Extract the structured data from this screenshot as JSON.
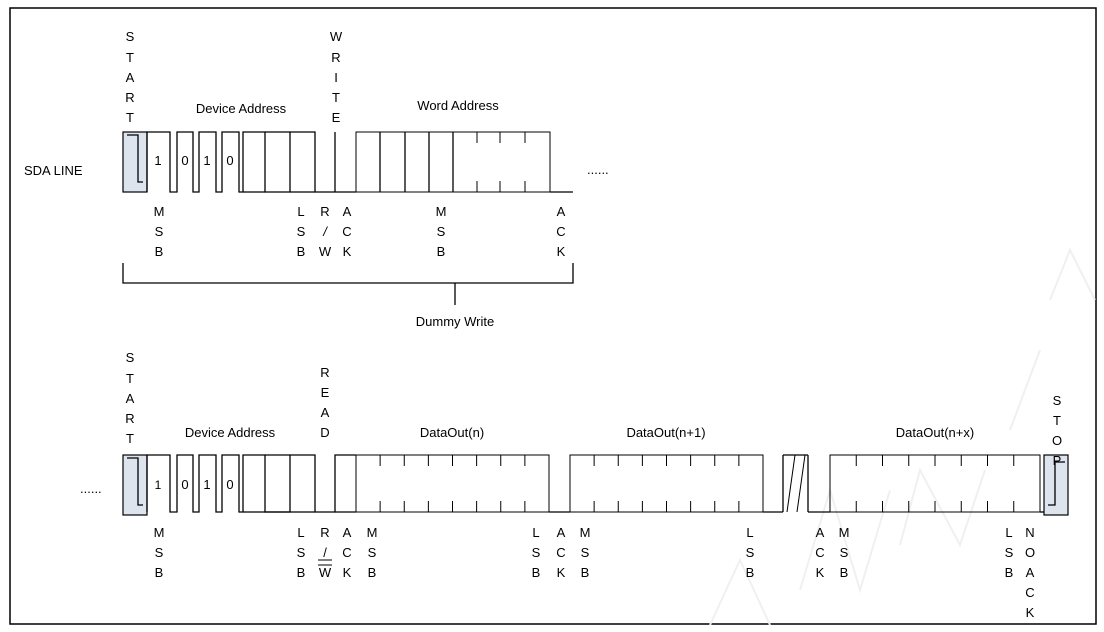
{
  "diagram": {
    "start": [
      "S",
      "T",
      "A",
      "R",
      "T"
    ],
    "write": [
      "W",
      "R",
      "I",
      "T",
      "E"
    ],
    "read": [
      "R",
      "E",
      "A",
      "D"
    ],
    "stop": [
      "S",
      "T",
      "O",
      "P"
    ],
    "device_address": "Device Address",
    "word_address": "Word Address",
    "sda_line": "SDA LINE",
    "ellipsis": "......",
    "bits": [
      "1",
      "0",
      "1",
      "0"
    ],
    "dummy_write": "Dummy Write",
    "data_out_n": "DataOut(n)",
    "data_out_n1": "DataOut(n+1)",
    "data_out_nx": "DataOut(n+x)",
    "msb": [
      "M",
      "S",
      "B"
    ],
    "lsb": [
      "L",
      "S",
      "B"
    ],
    "ack": [
      "A",
      "C",
      "K"
    ],
    "rw": [
      "R",
      "/",
      "W"
    ],
    "noack": [
      "N",
      "O",
      "A",
      "C",
      "K"
    ]
  }
}
